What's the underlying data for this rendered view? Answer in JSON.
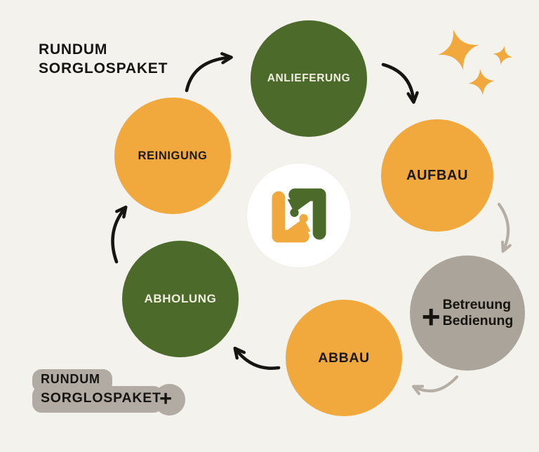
{
  "title": {
    "line1": "RUNDUM",
    "line2": "SORGLOSPAKET"
  },
  "cycle": {
    "anlieferung": {
      "label": "ANLIEFERUNG"
    },
    "aufbau": {
      "label": "AUFBAU"
    },
    "betreuung": {
      "plus": "+",
      "line1": "Betreuung",
      "line2": "Bedienung"
    },
    "abbau": {
      "label": "ABBAU"
    },
    "abholung": {
      "label": "ABHOLUNG"
    },
    "reinigung": {
      "label": "REINIGUNG"
    }
  },
  "badge": {
    "line1": "RUNDUM",
    "line2": "SORGLOSPAKET",
    "plus": "+"
  },
  "icons": {
    "sparkles": "sparkles-icon",
    "logo": "brand-logo-icon",
    "arrows": [
      "arrow-reinigung-to-anlieferung",
      "arrow-anlieferung-to-aufbau",
      "arrow-aufbau-to-betreuung",
      "arrow-betreuung-to-abbau",
      "arrow-abbau-to-abholung",
      "arrow-abholung-to-reinigung"
    ]
  },
  "colors": {
    "background": "#F4F2EC",
    "orange": "#F1A83C",
    "green": "#4C6B2B",
    "gray_circle": "#ABA49B",
    "badge_gray": "#B2ABA4",
    "arrow_black": "#161511",
    "arrow_gray": "#B5AEA5",
    "light_text": "#F0EEE1",
    "dark_text": "#1B1914",
    "center_circle": "#FFFFFF"
  }
}
